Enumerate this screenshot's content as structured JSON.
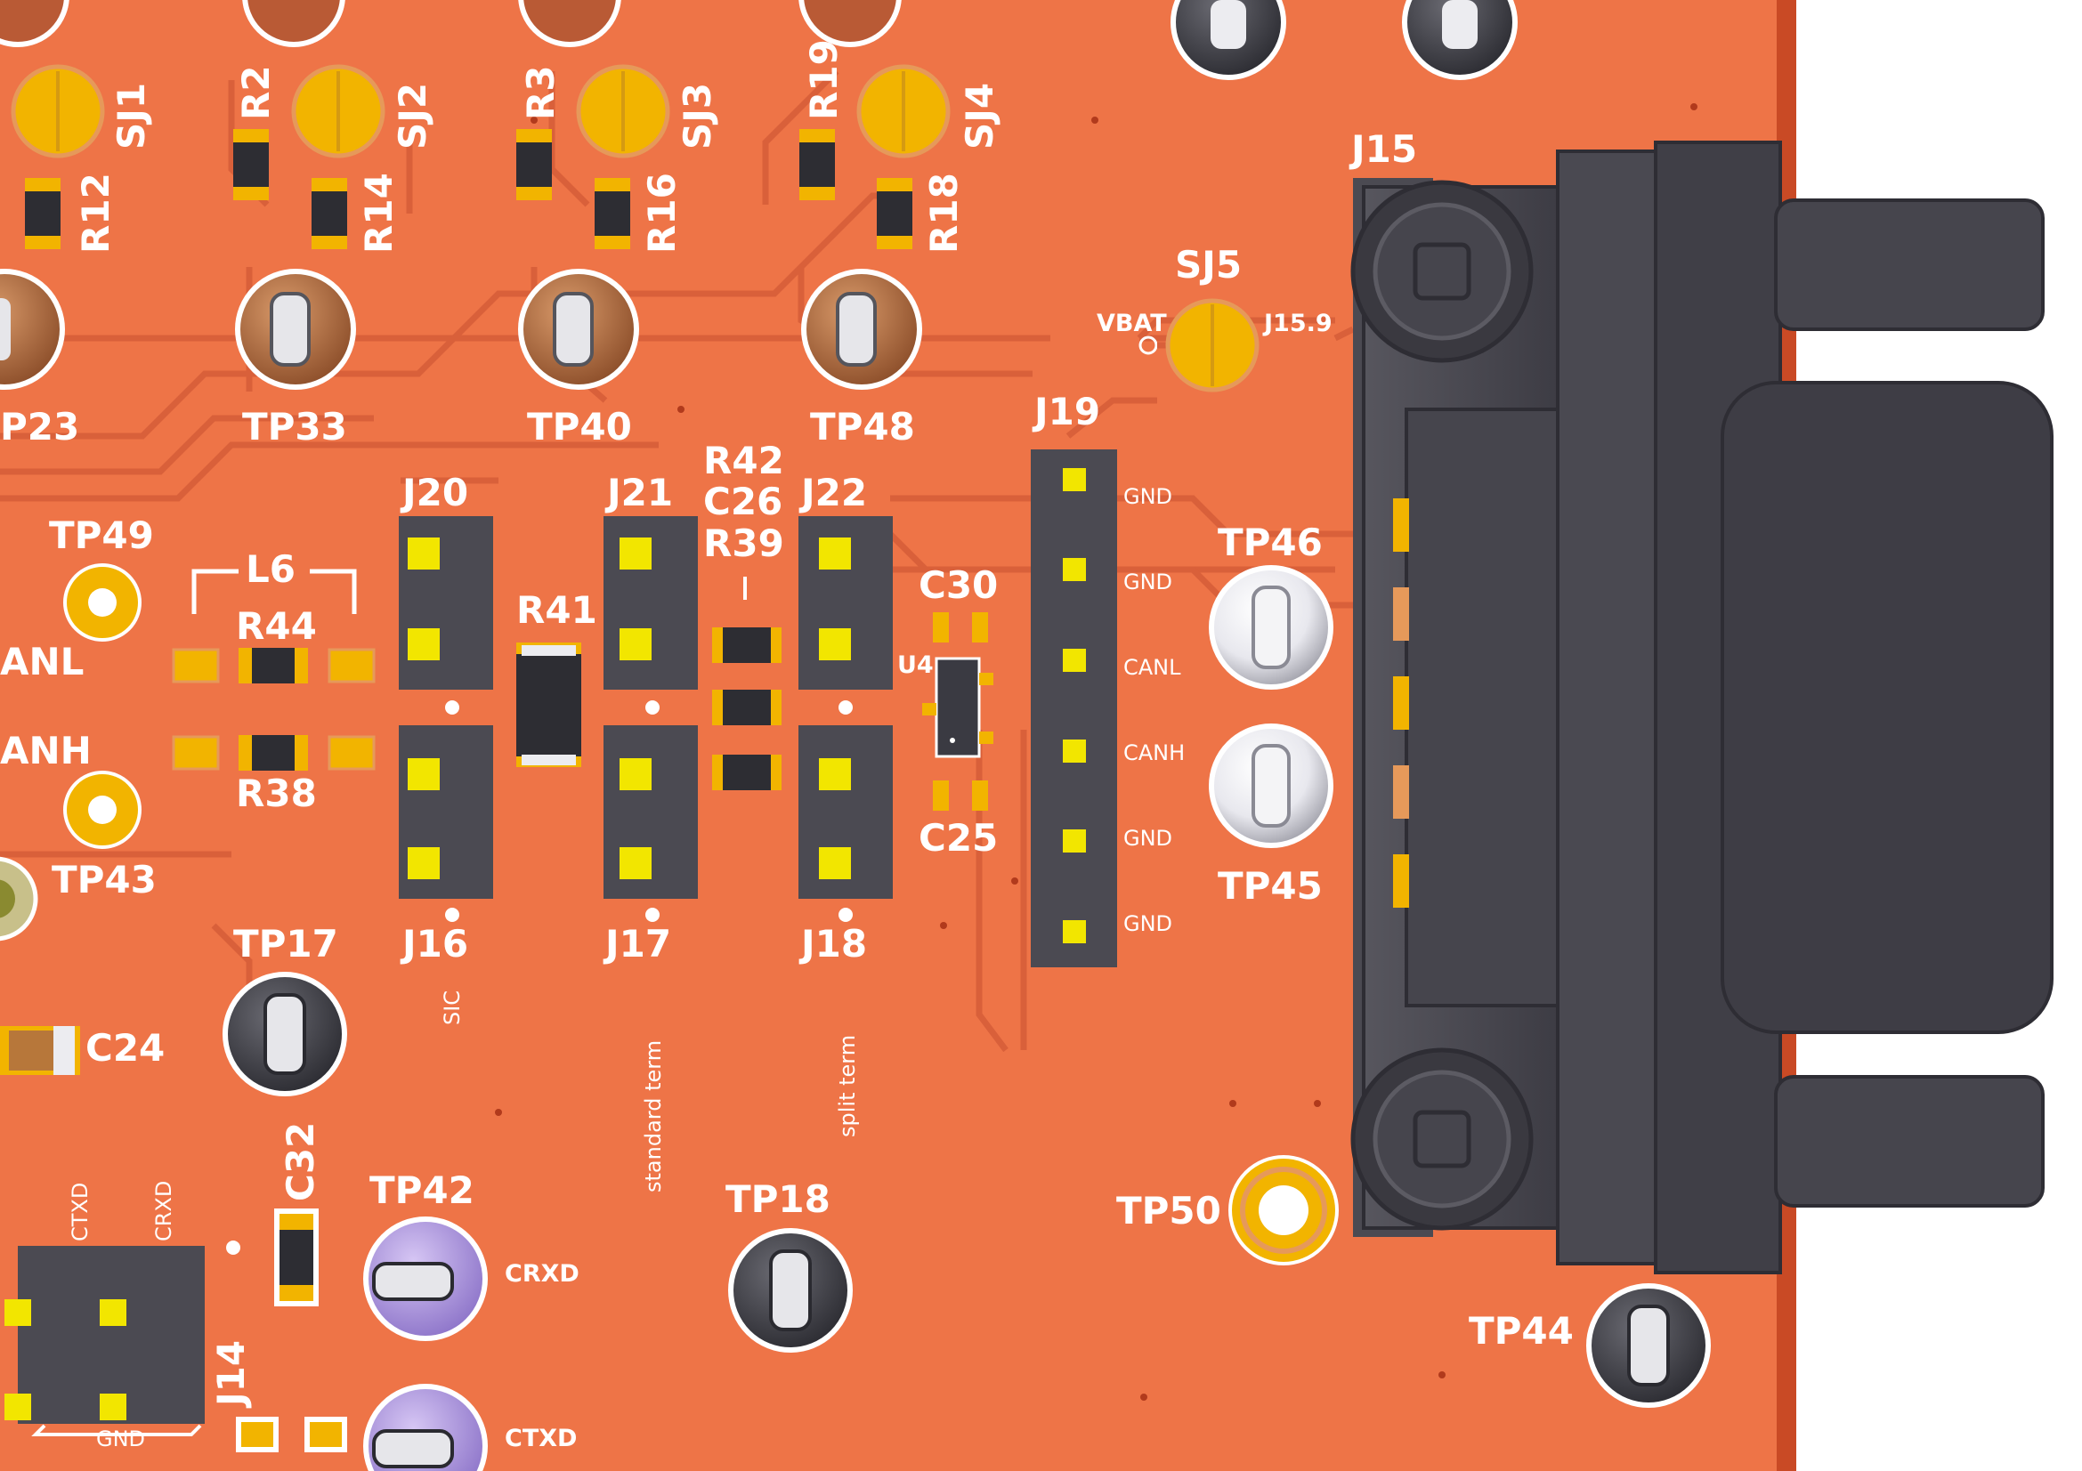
{
  "colors": {
    "board": "#ee7447",
    "board_edge": "#c94a25",
    "copper": "#f2b400",
    "connector": "#4b4a52",
    "silkscreen": "#ffffff"
  },
  "labels": {
    "sj1": "SJ1",
    "sj2": "SJ2",
    "sj3": "SJ3",
    "sj4": "SJ4",
    "sj5": "SJ5",
    "r2": "R2",
    "r3": "R3",
    "r19": "R19",
    "r12": "R12",
    "r14": "R14",
    "r16": "R16",
    "r18": "R18",
    "j15": "J15",
    "vbat": "VBAT",
    "j15_9": "J15.9",
    "tp23": "P23",
    "tp33": "TP33",
    "tp40": "TP40",
    "tp48": "TP48",
    "j19": "J19",
    "j20": "J20",
    "j21": "J21",
    "j22": "J22",
    "r42": "R42",
    "c26": "C26",
    "r39": "R39",
    "tp49": "TP49",
    "l6": "L6",
    "r44": "R44",
    "r41": "R41",
    "c30": "C30",
    "u4": "U4",
    "tp46": "TP46",
    "tp45": "TP45",
    "canl_left": "ANL",
    "canh_left": "ANH",
    "r38": "R38",
    "tp43": "TP43",
    "c25": "C25",
    "j16": "J16",
    "j17": "J17",
    "j18": "J18",
    "sic": "SIC",
    "standard_term": "standard term",
    "split_term": "split term",
    "tp17": "TP17",
    "c24": "C24",
    "tp18": "TP18",
    "tp50": "TP50",
    "ctxd": "CTXD",
    "crxd": "CRXD",
    "c32": "C32",
    "tp42": "TP42",
    "crxd_tp": "CRXD",
    "ctxd_tp": "CTXD",
    "j14": "J14",
    "gnd_j14": "GND",
    "tp44": "TP44",
    "j19_pins": [
      "GND",
      "GND",
      "CANL",
      "CANH",
      "GND",
      "GND"
    ]
  }
}
